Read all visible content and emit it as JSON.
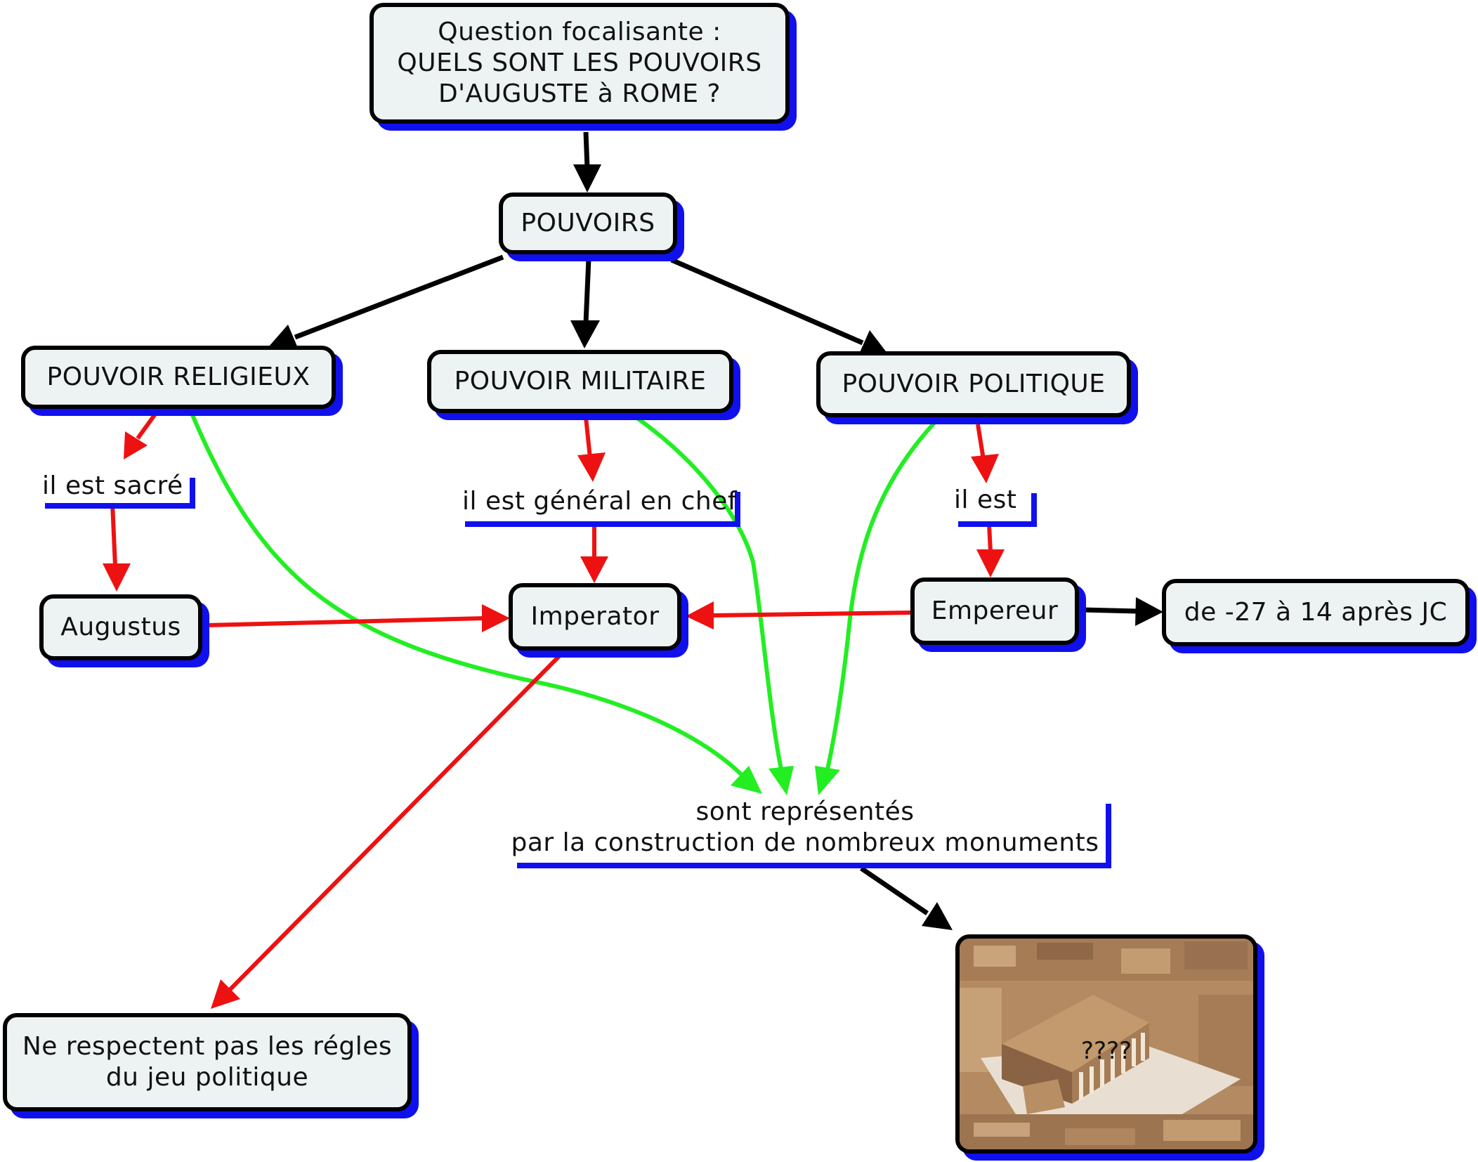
{
  "colors": {
    "node_fill": "#edf2f3",
    "node_border": "#000000",
    "node_shadow": "#1010ee",
    "arrow_black": "#000000",
    "arrow_red": "#ee1111",
    "arrow_green": "#22ee22",
    "underline_blue": "#1010ee"
  },
  "nodes": {
    "question": "Question focalisante :\nQUELS SONT LES POUVOIRS\nD'AUGUSTE à ROME ?",
    "pouvoirs": "POUVOIRS",
    "religieux": "POUVOIR RELIGIEUX",
    "militaire": "POUVOIR MILITAIRE",
    "politique": "POUVOIR POLITIQUE",
    "augustus": "Augustus",
    "imperator": "Imperator",
    "empereur": "Empereur",
    "dates": "de -27 à 14 après JC",
    "regles": "Ne respectent pas les régles\ndu jeu politique"
  },
  "links": {
    "sacre": "il est sacré",
    "general": "il est général en chef",
    "il_est": "il est",
    "monuments": "sont représentés\npar la construction de nombreux monuments"
  },
  "image": {
    "caption": "????",
    "icon": "temple-photo"
  }
}
